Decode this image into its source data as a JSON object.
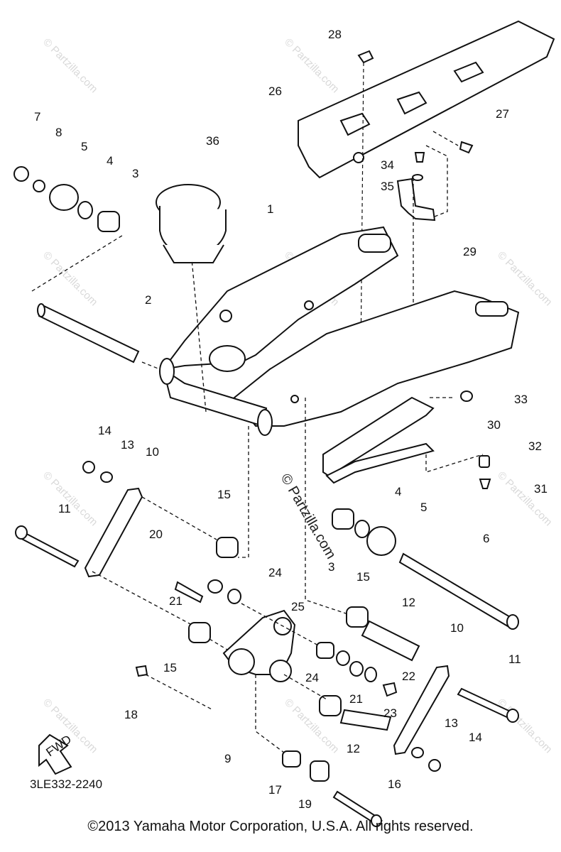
{
  "diagram_code": "3LE332-2240",
  "fwd_label": "FWD",
  "watermark_text": "© Partzilla.com",
  "center_watermark": "© Partzilla.com",
  "copyright": "©2013  Yamaha Motor Corporation, U.S.A. All rights reserved.",
  "callouts": [
    "28",
    "26",
    "27",
    "34",
    "35",
    "29",
    "36",
    "1",
    "7",
    "8",
    "5",
    "4",
    "3",
    "2",
    "33",
    "30",
    "32",
    "31",
    "14",
    "13",
    "10",
    "15",
    "11",
    "20",
    "21",
    "24",
    "4",
    "5",
    "3",
    "6",
    "15",
    "12",
    "25",
    "10",
    "11",
    "24",
    "22",
    "21",
    "23",
    "15",
    "18",
    "9",
    "12",
    "13",
    "14",
    "17",
    "19",
    "16"
  ]
}
